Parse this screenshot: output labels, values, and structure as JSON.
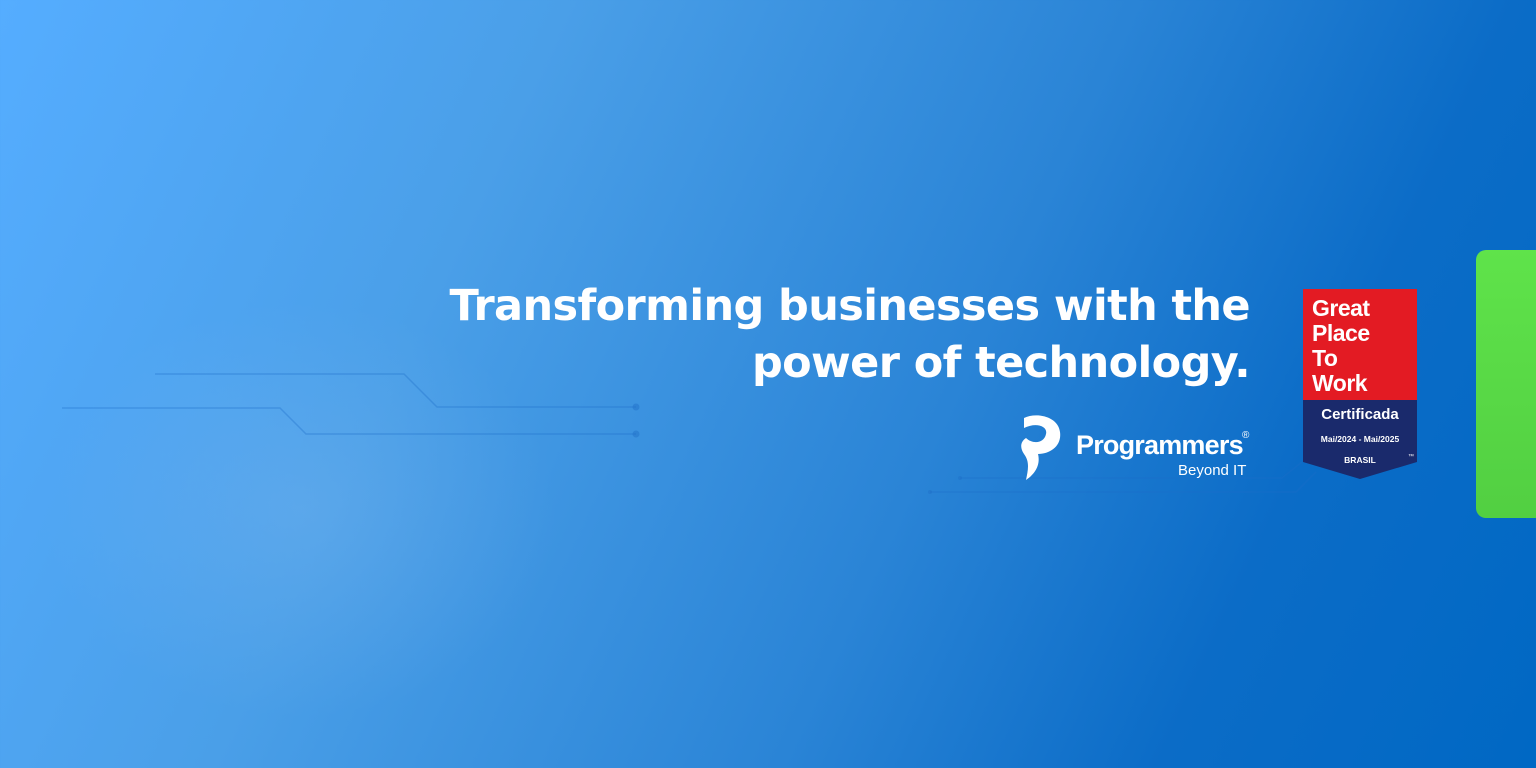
{
  "headline": {
    "line1": "Transforming businesses with the",
    "line2": "power of technology."
  },
  "logo": {
    "name": "Programmers",
    "registered_mark": "®",
    "tagline": "Beyond IT",
    "mark_icon": "programmers-p-logo-icon"
  },
  "certification_badge": {
    "line1": "Great",
    "line2": "Place",
    "line3": "To",
    "line4": "Work",
    "registered_mark": "®",
    "status": "Certificada",
    "period": "Mai/2024 - Mai/2025",
    "country": "BRASIL",
    "trademark": "™"
  },
  "colors": {
    "background_light": "#55adff",
    "background_dark": "#0068c4",
    "badge_red": "#e31b23",
    "badge_navy": "#1a2a6c",
    "side_tab_green": "#5fe34a",
    "text": "#ffffff"
  }
}
